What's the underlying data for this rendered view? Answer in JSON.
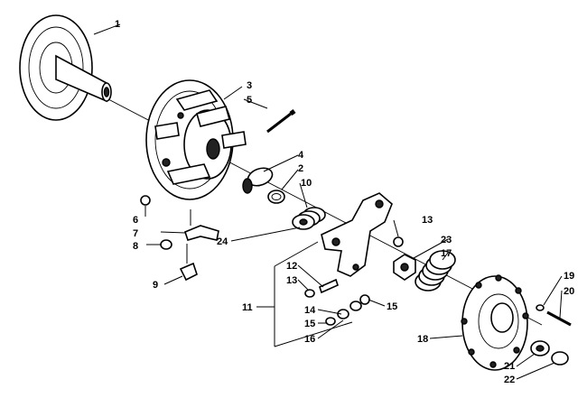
{
  "callouts": [
    {
      "id": "c1",
      "text": "1"
    },
    {
      "id": "c2",
      "text": "2"
    },
    {
      "id": "c3",
      "text": "3"
    },
    {
      "id": "c4",
      "text": "4"
    },
    {
      "id": "c5",
      "text": "5"
    },
    {
      "id": "c6",
      "text": "6"
    },
    {
      "id": "c7",
      "text": "7"
    },
    {
      "id": "c8",
      "text": "8"
    },
    {
      "id": "c9",
      "text": "9"
    },
    {
      "id": "c10",
      "text": "10"
    },
    {
      "id": "c11",
      "text": "11"
    },
    {
      "id": "c12",
      "text": "12"
    },
    {
      "id": "c13a",
      "text": "13"
    },
    {
      "id": "c13b",
      "text": "13"
    },
    {
      "id": "c14",
      "text": "14"
    },
    {
      "id": "c15a",
      "text": "15"
    },
    {
      "id": "c15b",
      "text": "15"
    },
    {
      "id": "c16",
      "text": "16"
    },
    {
      "id": "c17",
      "text": "17"
    },
    {
      "id": "c18",
      "text": "18"
    },
    {
      "id": "c19",
      "text": "19"
    },
    {
      "id": "c20",
      "text": "20"
    },
    {
      "id": "c21",
      "text": "21"
    },
    {
      "id": "c22",
      "text": "22"
    },
    {
      "id": "c23",
      "text": "23"
    },
    {
      "id": "c24",
      "text": "24"
    }
  ]
}
